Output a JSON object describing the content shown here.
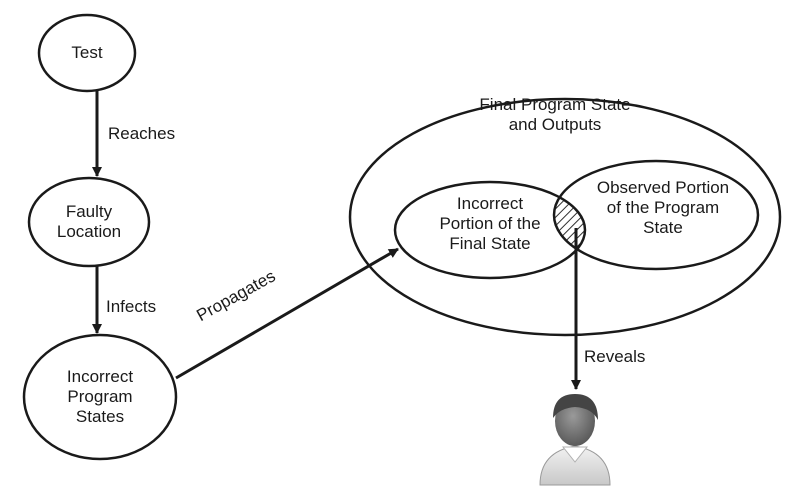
{
  "nodes": {
    "test": "Test",
    "faulty_location": "Faulty\nLocation",
    "incorrect_program_states": "Incorrect\nProgram\nStates",
    "final_program_state": "Final Program State\nand Outputs",
    "incorrect_portion": "Incorrect\nPortion of the\nFinal State",
    "observed_portion": "Observed Portion\nof the Program\nState"
  },
  "edges": {
    "reaches": "Reaches",
    "infects": "Infects",
    "propagates": "Propagates",
    "reveals": "Reveals"
  },
  "icons": {
    "observer": "user-icon"
  },
  "colors": {
    "stroke": "#1a1a1a",
    "text": "#1a1a1a",
    "hatch": "#333333",
    "skin": "#8a8a8a",
    "hair": "#4a4a4a"
  }
}
